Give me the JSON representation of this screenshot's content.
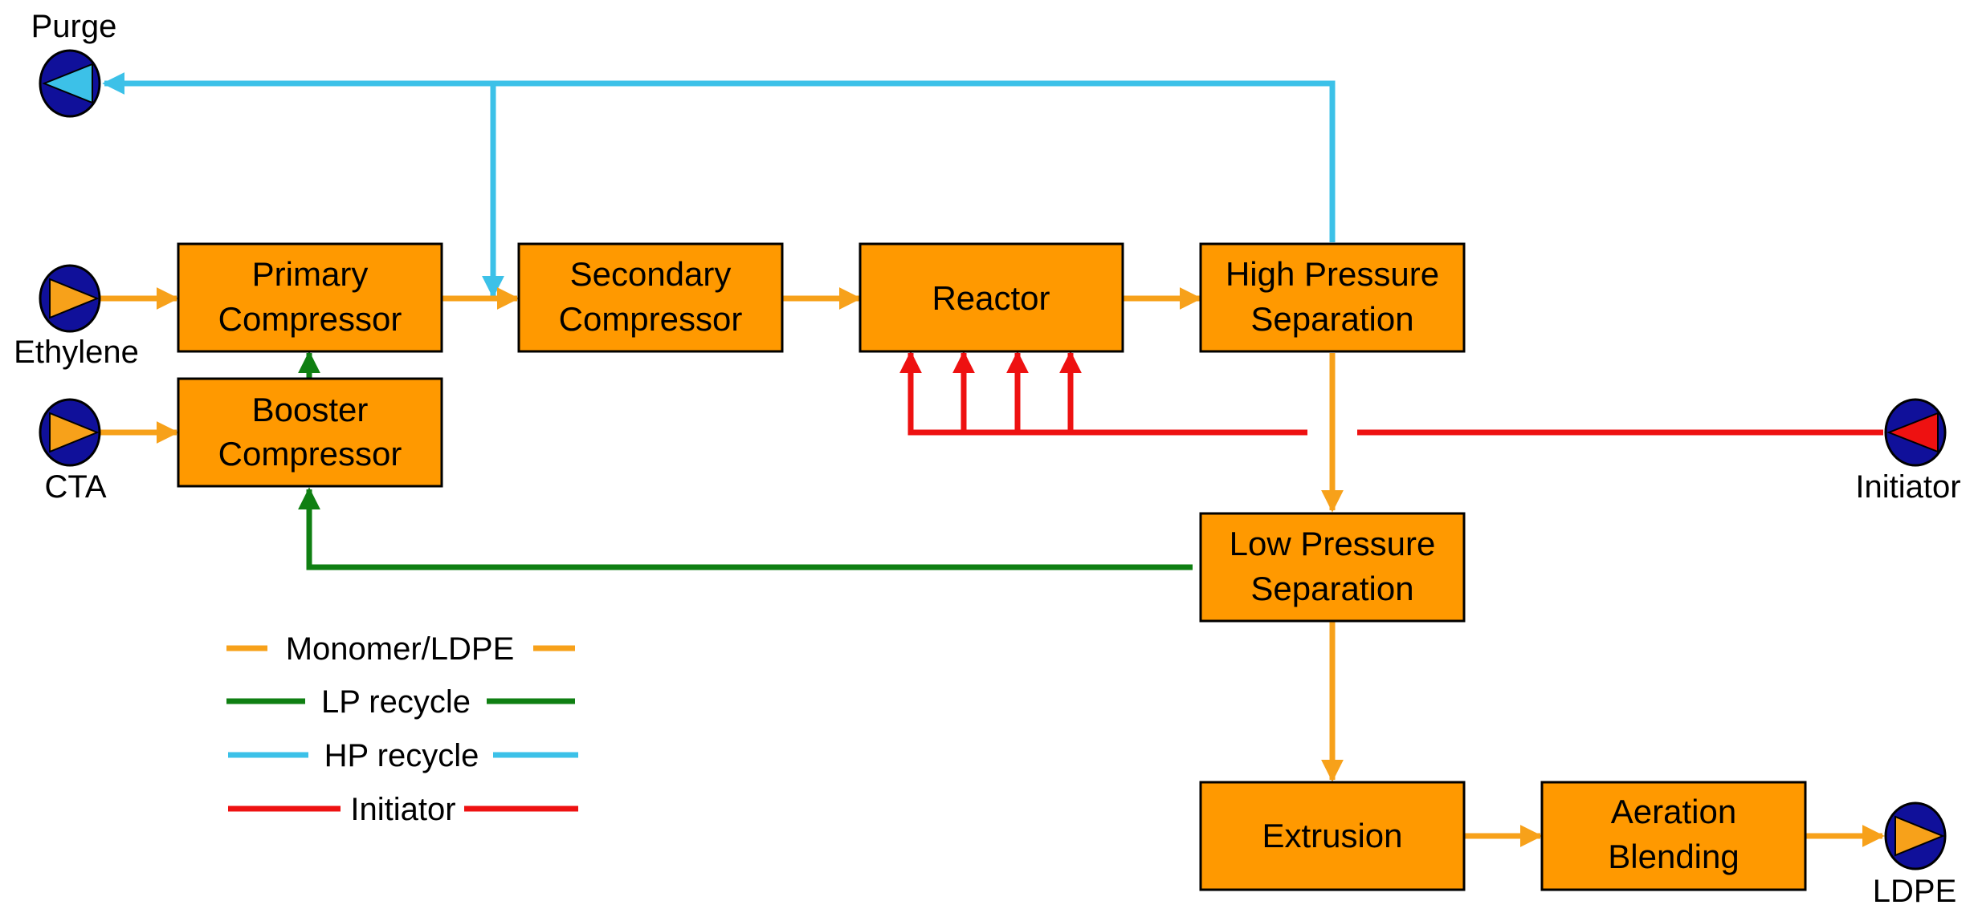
{
  "colors": {
    "monomer": "#F7A11A",
    "lp_recycle": "#0F7F12",
    "hp_recycle": "#3CC1E8",
    "initiator": "#EE1111",
    "box_fill": "#FF9900",
    "pump_body": "#10109A"
  },
  "units": {
    "primary": {
      "line1": "Primary",
      "line2": "Compressor"
    },
    "booster": {
      "line1": "Booster",
      "line2": "Compressor"
    },
    "secondary": {
      "line1": "Secondary",
      "line2": "Compressor"
    },
    "reactor": {
      "line1": "Reactor"
    },
    "hps": {
      "line1": "High Pressure",
      "line2": "Separation"
    },
    "lps": {
      "line1": "Low Pressure",
      "line2": "Separation"
    },
    "extrusion": {
      "line1": "Extrusion"
    },
    "aeration": {
      "line1": "Aeration",
      "line2": "Blending"
    }
  },
  "ports": {
    "purge": "Purge",
    "ethylene": "Ethylene",
    "cta": "CTA",
    "initiator": "Initiator",
    "ldpe": "LDPE"
  },
  "legend": {
    "monomer": "Monomer/LDPE",
    "lp": "LP recycle",
    "hp": "HP recycle",
    "initiator": "Initiator"
  }
}
